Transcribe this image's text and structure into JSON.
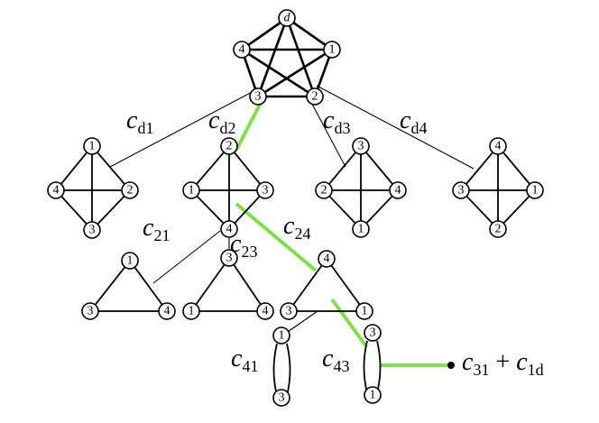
{
  "graph_d": {
    "center": "d",
    "labels": [
      "4",
      "1",
      "3",
      "2"
    ]
  },
  "square_d1": {
    "labels": [
      "1",
      "4",
      "2",
      "3"
    ]
  },
  "square_d2": {
    "labels": [
      "2",
      "1",
      "3",
      "4"
    ]
  },
  "square_d3": {
    "labels": [
      "3",
      "2",
      "4",
      "1"
    ]
  },
  "square_d4": {
    "labels": [
      "4",
      "3",
      "1",
      "2"
    ]
  },
  "tri_21": {
    "labels": [
      "1",
      "3",
      "4"
    ]
  },
  "tri_23": {
    "labels": [
      "3",
      "1",
      "4"
    ]
  },
  "tri_24": {
    "labels": [
      "4",
      "3",
      "1"
    ]
  },
  "pair_41": {
    "labels": [
      "1",
      "3"
    ]
  },
  "pair_43": {
    "labels": [
      "3",
      "1"
    ]
  },
  "edge_labels": {
    "cd1": {
      "main": "c",
      "sub": "d1"
    },
    "cd2": {
      "main": "c",
      "sub": "d2"
    },
    "cd3": {
      "main": "c",
      "sub": "d3"
    },
    "cd4": {
      "main": "c",
      "sub": "d4"
    },
    "c21": {
      "main": "c",
      "sub": "21"
    },
    "c23": {
      "main": "c",
      "sub": "23"
    },
    "c24": {
      "main": "c",
      "sub": "24"
    },
    "c41": {
      "main": "c",
      "sub": "41"
    },
    "c43": {
      "main": "c",
      "sub": "43"
    }
  },
  "final": {
    "c1": "c",
    "s1": "31",
    "plus": " + ",
    "c2": "c",
    "s2": "1d"
  },
  "colors": {
    "highlight": "#7ee04a",
    "stroke": "#000000",
    "background": "#ffffff"
  }
}
